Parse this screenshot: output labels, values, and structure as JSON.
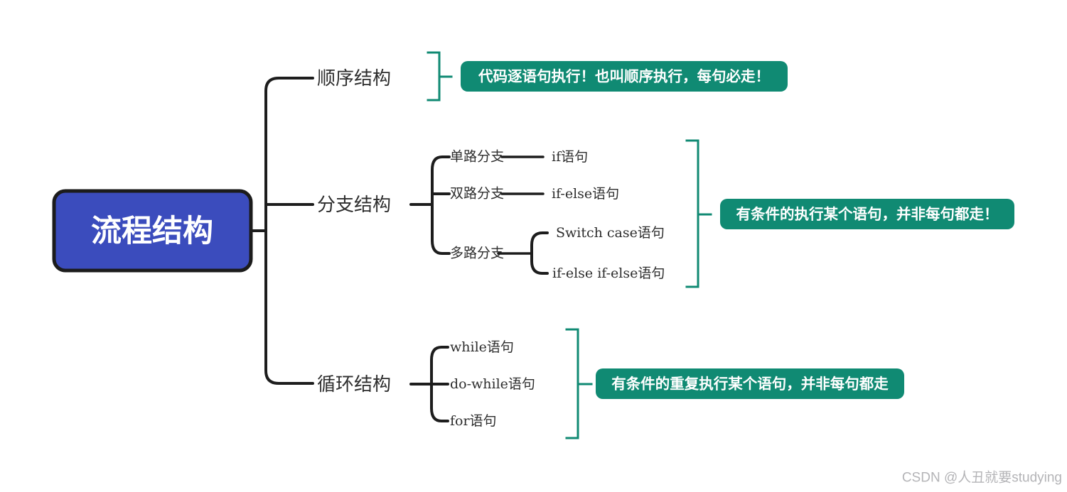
{
  "root": {
    "label": "流程结构"
  },
  "branches": [
    {
      "label": "顺序结构",
      "note": "代码逐语句执行！也叫顺序执行，每句必走！"
    },
    {
      "label": "分支结构",
      "children": [
        {
          "label": "单路分支",
          "leaves": [
            "if语句"
          ]
        },
        {
          "label": "双路分支",
          "leaves": [
            "if-else语句"
          ]
        },
        {
          "label": "多路分支",
          "leaves": [
            "Switch case语句",
            "if-else if-else语句"
          ]
        }
      ],
      "note": "有条件的执行某个语句，并非每句都走！"
    },
    {
      "label": "循环结构",
      "children": [
        {
          "label": "while语句"
        },
        {
          "label": "do-while语句"
        },
        {
          "label": "for语句"
        }
      ],
      "note": "有条件的重复执行某个语句，并非每句都走"
    }
  ],
  "watermark": "CSDN @人丑就要studying",
  "colors": {
    "background": "#ffffff",
    "root_fill": "#3b4cbd",
    "root_border": "#1c1c1c",
    "branch_line": "#1d1d1d",
    "note_fill": "#108a73",
    "bracket": "#108a73",
    "label_text": "#2d2d2d",
    "note_text": "#ffffff",
    "watermark_text": "#b4b4b7"
  }
}
